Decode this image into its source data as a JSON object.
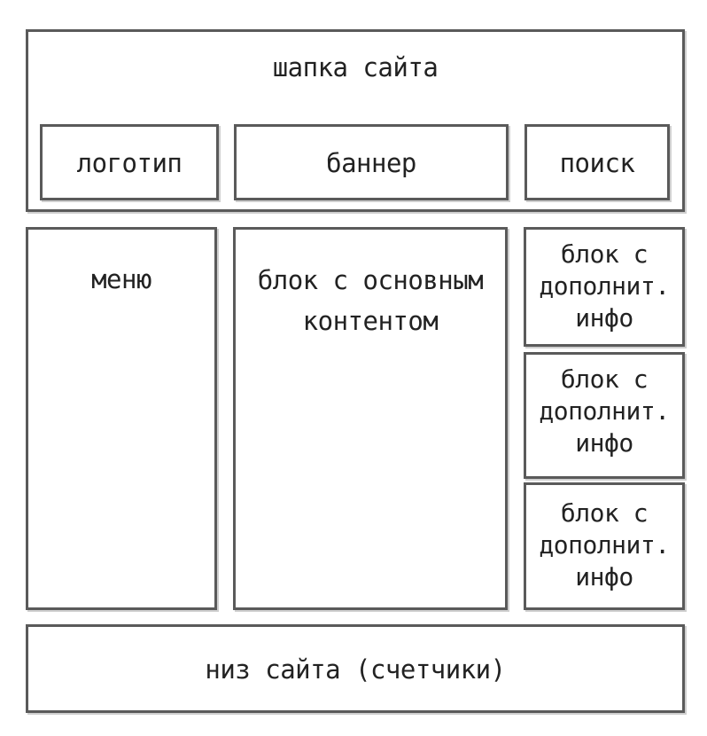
{
  "header": {
    "title": "шапка сайта",
    "logo": "логотип",
    "banner": "баннер",
    "search": "поиск"
  },
  "menu": {
    "label": "меню"
  },
  "main_content": {
    "label": "блок с основным\nконтентом"
  },
  "sidebar": {
    "blocks": [
      {
        "label": "блок с\nдополнит.\nинфо"
      },
      {
        "label": "блок с\nдополнит.\nинфо"
      },
      {
        "label": "блок с\nдополнит.\nинфо"
      }
    ]
  },
  "footer": {
    "label": "низ сайта (счетчики)"
  },
  "colors": {
    "border": "#5a5a5a",
    "text": "#222222",
    "background": "#ffffff"
  }
}
